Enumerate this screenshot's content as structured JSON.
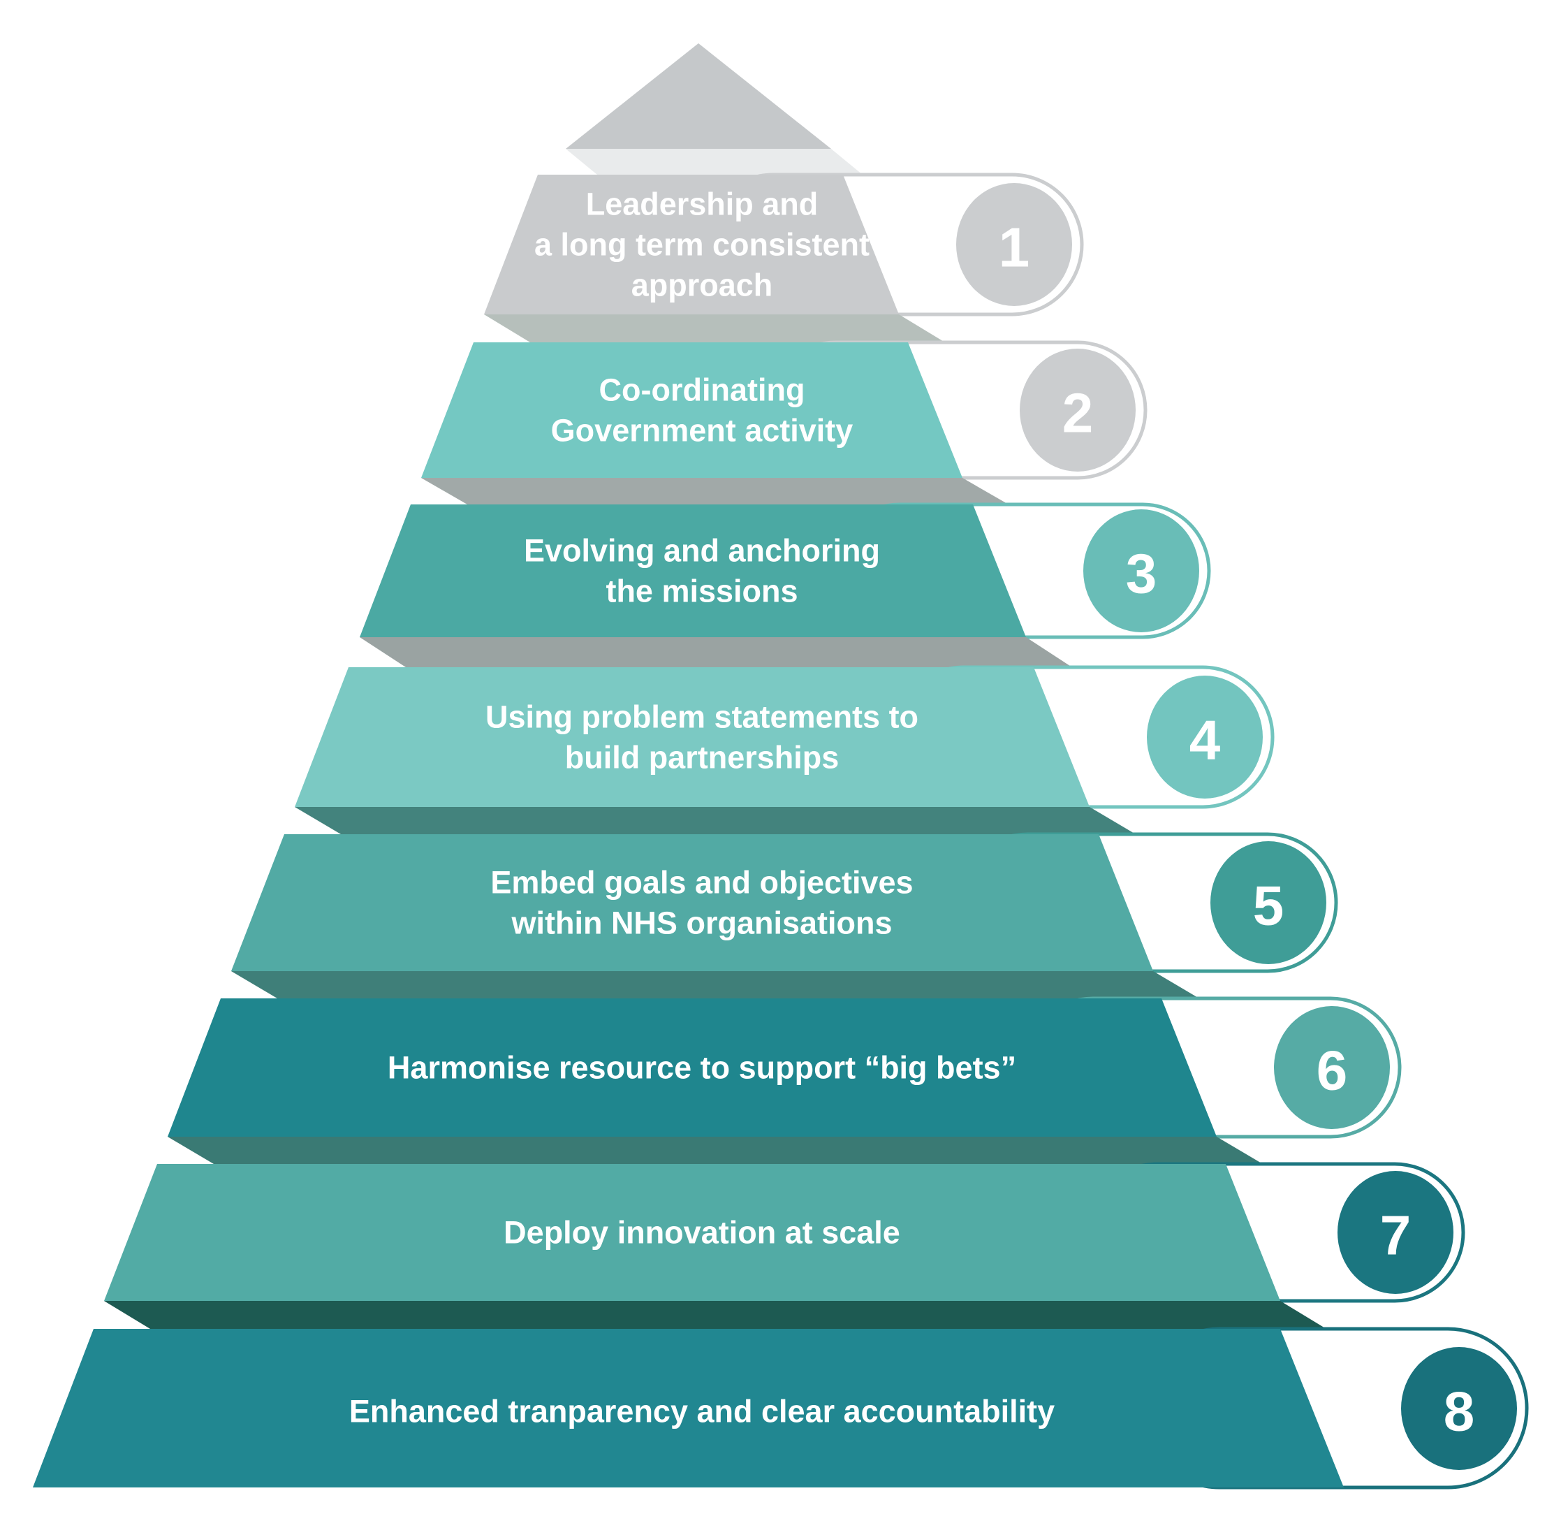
{
  "pyramid": {
    "cap": {
      "color": "#c5c8ca",
      "shadow_color": "#e9ebec"
    },
    "layers": [
      {
        "number": "1",
        "lines": [
          "Leadership and",
          "a long term consistent",
          "approach"
        ],
        "face_color": "#c9cbcd",
        "shadow_color": "#b6bfbb",
        "badge_color": "#cbcdcf",
        "text_color": "#ffffff"
      },
      {
        "number": "2",
        "lines": [
          "Co-ordinating",
          "Government activity"
        ],
        "face_color": "#74c8c2",
        "shadow_color": "#a1a9a8",
        "badge_color": "#cbcdcf",
        "text_color": "#ffffff"
      },
      {
        "number": "3",
        "lines": [
          "Evolving and anchoring",
          "the missions"
        ],
        "face_color": "#4ba9a3",
        "shadow_color": "#9aa3a2",
        "badge_color": "#69bdb7",
        "text_color": "#ffffff"
      },
      {
        "number": "4",
        "lines": [
          "Using problem statements to",
          "build partnerships"
        ],
        "face_color": "#7bc9c3",
        "shadow_color": "#43837d",
        "badge_color": "#73c5bf",
        "text_color": "#ffffff"
      },
      {
        "number": "5",
        "lines": [
          "Embed goals and objectives",
          "within NHS organisations"
        ],
        "face_color": "#52aaa4",
        "shadow_color": "#3f7f79",
        "badge_color": "#3f9d97",
        "text_color": "#ffffff"
      },
      {
        "number": "6",
        "lines": [
          "Harmonise resource to support “big bets”"
        ],
        "face_color": "#1f868e",
        "shadow_color": "#3a7a74",
        "badge_color": "#56aba5",
        "text_color": "#ffffff"
      },
      {
        "number": "7",
        "lines": [
          "Deploy innovation at scale"
        ],
        "face_color": "#52aba5",
        "shadow_color": "#1d5a52",
        "badge_color": "#1b7680",
        "text_color": "#ffffff"
      },
      {
        "number": "8",
        "lines": [
          "Enhanced tranparency and clear accountability"
        ],
        "face_color": "#218791",
        "shadow_color": "#1d5a52",
        "badge_color": "#19717c",
        "text_color": "#ffffff"
      }
    ]
  }
}
